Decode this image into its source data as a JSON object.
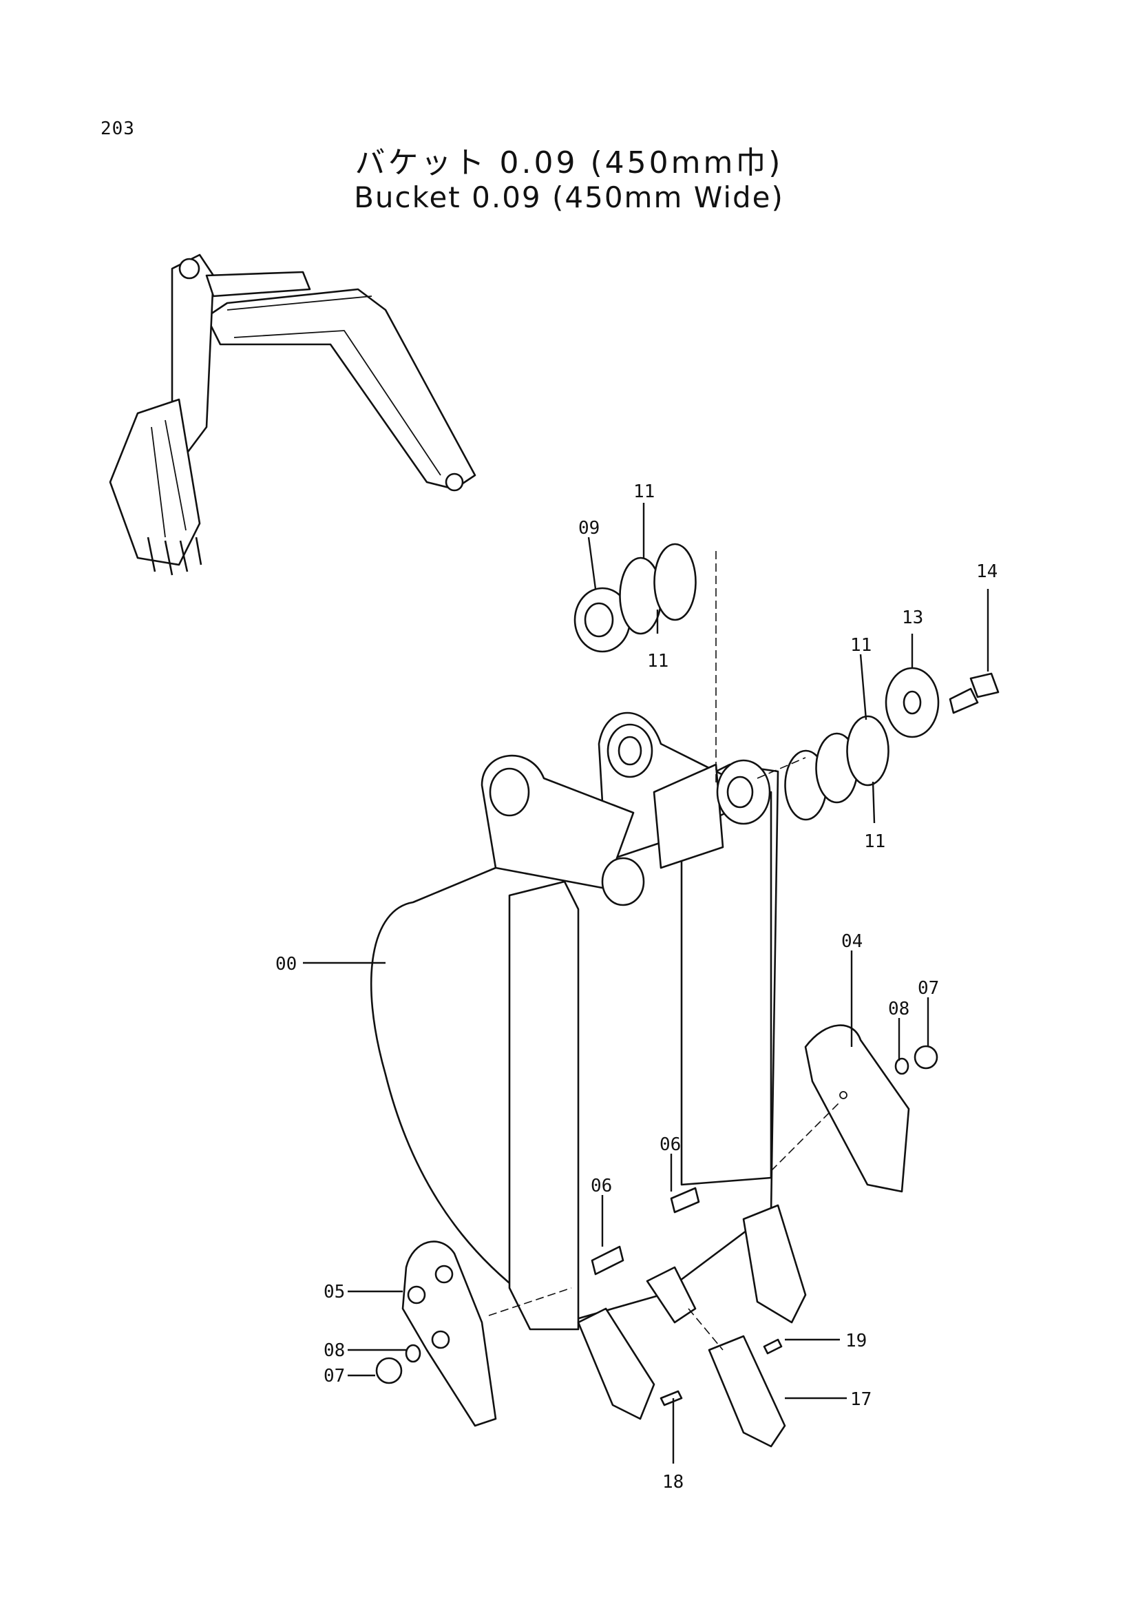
{
  "header": {
    "page_number": "203",
    "title_japanese": "バケット 0.09 (450mm巾)",
    "title_english": "Bucket 0.09 (450mm Wide)"
  },
  "callouts": {
    "c00": "00",
    "c04": "04",
    "c05": "05",
    "c06a": "06",
    "c06b": "06",
    "c07a": "07",
    "c07b": "07",
    "c08a": "08",
    "c08b": "08",
    "c09": "09",
    "c11a": "11",
    "c11b": "11",
    "c11c": "11",
    "c11d": "11",
    "c13": "13",
    "c14": "14",
    "c17": "17",
    "c18": "18",
    "c19": "19"
  }
}
